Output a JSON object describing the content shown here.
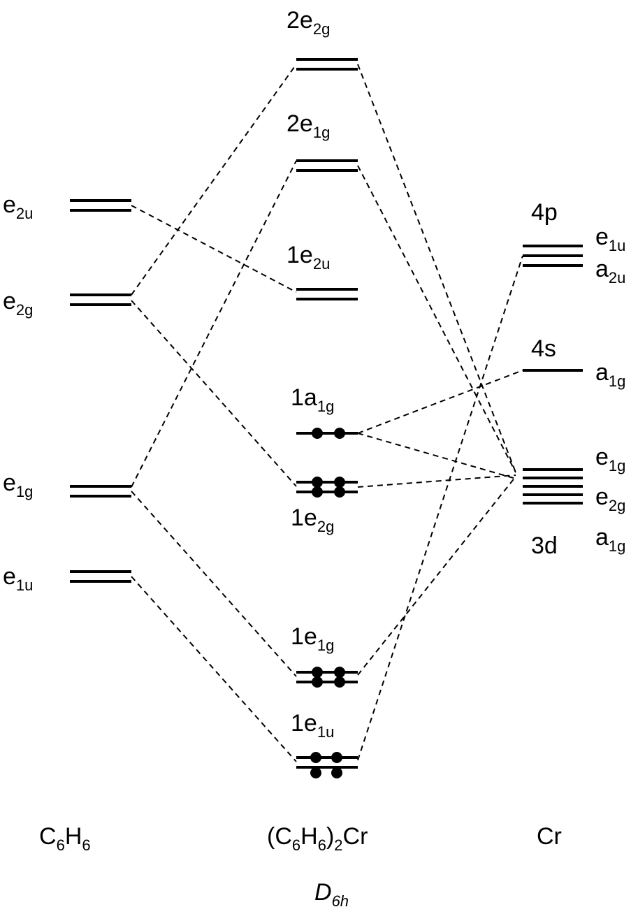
{
  "columns": {
    "left": {
      "main": "C",
      "s1": "6",
      "mid": "H",
      "s2": "6"
    },
    "middle": {
      "p1": "(C",
      "s1": "6",
      "mid": "H",
      "s2": "6",
      "p2": ")",
      "s3": "2",
      "tail": "Cr"
    },
    "right": {
      "label": "Cr"
    }
  },
  "point_group": {
    "main": "D",
    "sub": "6h"
  },
  "ligand_levels": [
    {
      "base": "e",
      "sub": "2u"
    },
    {
      "base": "e",
      "sub": "2g"
    },
    {
      "base": "e",
      "sub": "1g"
    },
    {
      "base": "e",
      "sub": "1u"
    }
  ],
  "complex_levels": [
    {
      "base": "2e",
      "sub": "2g",
      "electrons": 0
    },
    {
      "base": "2e",
      "sub": "1g",
      "electrons": 0
    },
    {
      "base": "1e",
      "sub": "2u",
      "electrons": 0
    },
    {
      "base": "1a",
      "sub": "1g",
      "electrons": 2
    },
    {
      "base": "1e",
      "sub": "2g",
      "electrons": 4
    },
    {
      "base": "1e",
      "sub": "1g",
      "electrons": 4
    },
    {
      "base": "1e",
      "sub": "1u",
      "electrons": 4
    }
  ],
  "metal_levels": [
    {
      "name": "4p",
      "symmetry": [
        {
          "base": "e",
          "sub": "1u"
        },
        {
          "base": "a",
          "sub": "2u"
        }
      ]
    },
    {
      "name": "4s",
      "symmetry": [
        {
          "base": "a",
          "sub": "1g"
        }
      ]
    },
    {
      "name": "3d",
      "symmetry": [
        {
          "base": "e",
          "sub": "1g"
        },
        {
          "base": "e",
          "sub": "2g"
        },
        {
          "base": "a",
          "sub": "1g"
        }
      ]
    }
  ]
}
